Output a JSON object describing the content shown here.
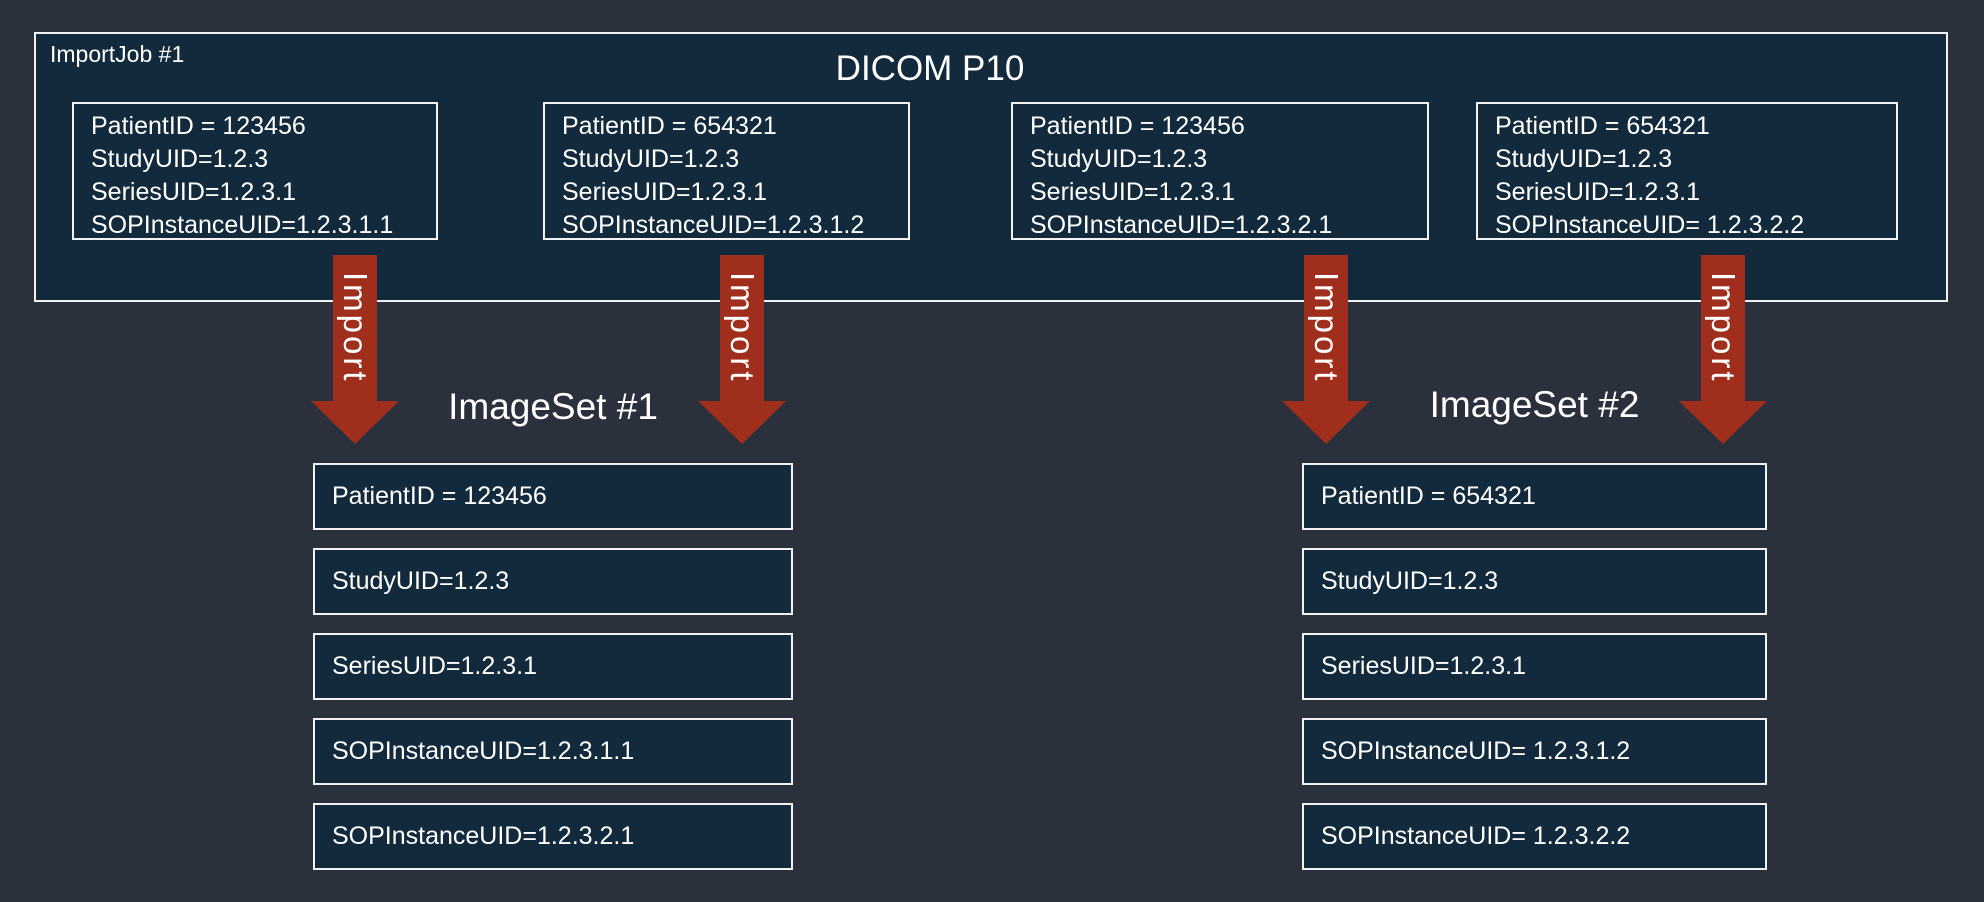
{
  "colors": {
    "background": "#2A313D",
    "panel_fill": "#132A3D",
    "border": "#F2F2F2",
    "arrow_red": "#A02E1C",
    "text": "#FFFFFF"
  },
  "import_job": {
    "label": "ImportJob #1",
    "title": "DICOM P10",
    "dicom_objects": [
      {
        "lines": [
          "PatientID = 123456",
          "StudyUID=1.2.3",
          "SeriesUID=1.2.3.1",
          "SOPInstanceUID=1.2.3.1.1"
        ]
      },
      {
        "lines": [
          "PatientID = 654321",
          "StudyUID=1.2.3",
          "SeriesUID=1.2.3.1",
          "SOPInstanceUID=1.2.3.1.2"
        ]
      },
      {
        "lines": [
          "PatientID = 123456",
          "StudyUID=1.2.3",
          "SeriesUID=1.2.3.1",
          "SOPInstanceUID=1.2.3.2.1"
        ]
      },
      {
        "lines": [
          "PatientID = 654321",
          "StudyUID=1.2.3",
          "SeriesUID=1.2.3.1",
          "SOPInstanceUID= 1.2.3.2.2"
        ]
      }
    ]
  },
  "arrow_label": "Import",
  "image_sets": [
    {
      "title": "ImageSet #1",
      "boxes": [
        "PatientID = 123456",
        "StudyUID=1.2.3",
        "SeriesUID=1.2.3.1",
        "SOPInstanceUID=1.2.3.1.1",
        "SOPInstanceUID=1.2.3.2.1"
      ]
    },
    {
      "title": "ImageSet #2",
      "boxes": [
        "PatientID = 654321",
        "StudyUID=1.2.3",
        "SeriesUID=1.2.3.1",
        "SOPInstanceUID= 1.2.3.1.2",
        "SOPInstanceUID= 1.2.3.2.2"
      ]
    }
  ]
}
